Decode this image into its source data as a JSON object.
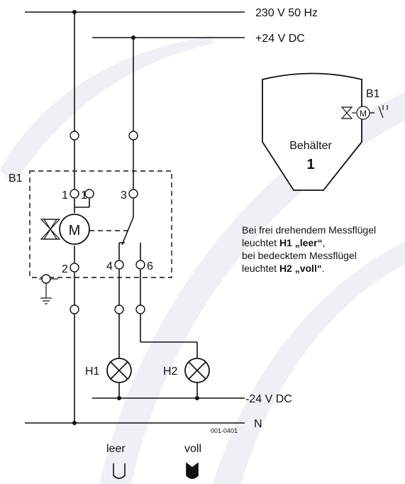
{
  "rails": {
    "top_ac": "230 V  50 Hz",
    "top_dc": "+24 V DC",
    "bottom_dc": "-24 V  DC",
    "neutral": "N"
  },
  "device_label": "B1",
  "terminals": {
    "t1a": "1",
    "t1b": "1",
    "t3": "3",
    "t2": "2",
    "t4": "4",
    "t6": "6"
  },
  "motor": {
    "symbol": "M"
  },
  "lamps": {
    "h1": "H1",
    "h2": "H2"
  },
  "vessel": {
    "sensor_label": "B1",
    "name": "Behälter",
    "number": "1"
  },
  "description": {
    "l1": "Bei frei drehendem Messflügel",
    "l2_pre": "leuchtet  ",
    "l2_bold": "H1 „leer“",
    "l2_post": ",",
    "l3": "bei bedecktem Messflügel",
    "l4_pre": "leuchtet  ",
    "l4_bold": "H2 „voll“",
    "l4_post": "."
  },
  "drawing_number": "001-0401",
  "states": {
    "empty": "leer",
    "full": "voll"
  }
}
